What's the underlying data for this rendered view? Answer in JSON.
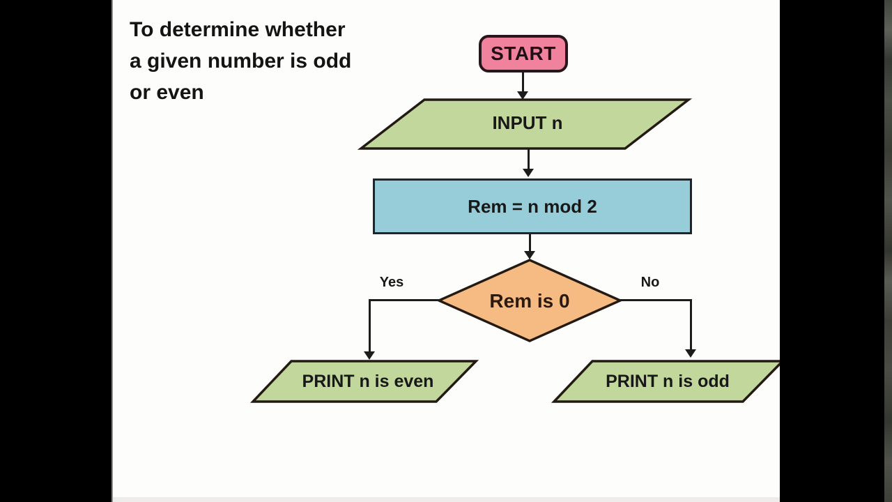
{
  "video_frame": {
    "kind": "letterboxed slide frame",
    "letterbox_sides": [
      "left",
      "right"
    ]
  },
  "colors": {
    "pink": "#f0829d",
    "green": "#c2d79b",
    "blue": "#96cdd9",
    "orange": "#f6bb82",
    "stroke": "#241a14",
    "line": "#1c1c1c",
    "slide_bg": "#fdfdfb",
    "letterbox": "#000000"
  },
  "title": {
    "lines": [
      "To determine whether",
      "a given number is odd",
      "or even"
    ]
  },
  "flowchart": {
    "start_label": "START",
    "input_label": "INPUT n",
    "process_label": "Rem = n mod 2",
    "decision_label": "Rem is 0",
    "yes_label": "Yes",
    "no_label": "No",
    "print_even_label": "PRINT n is even",
    "print_odd_label": "PRINT n is odd"
  }
}
